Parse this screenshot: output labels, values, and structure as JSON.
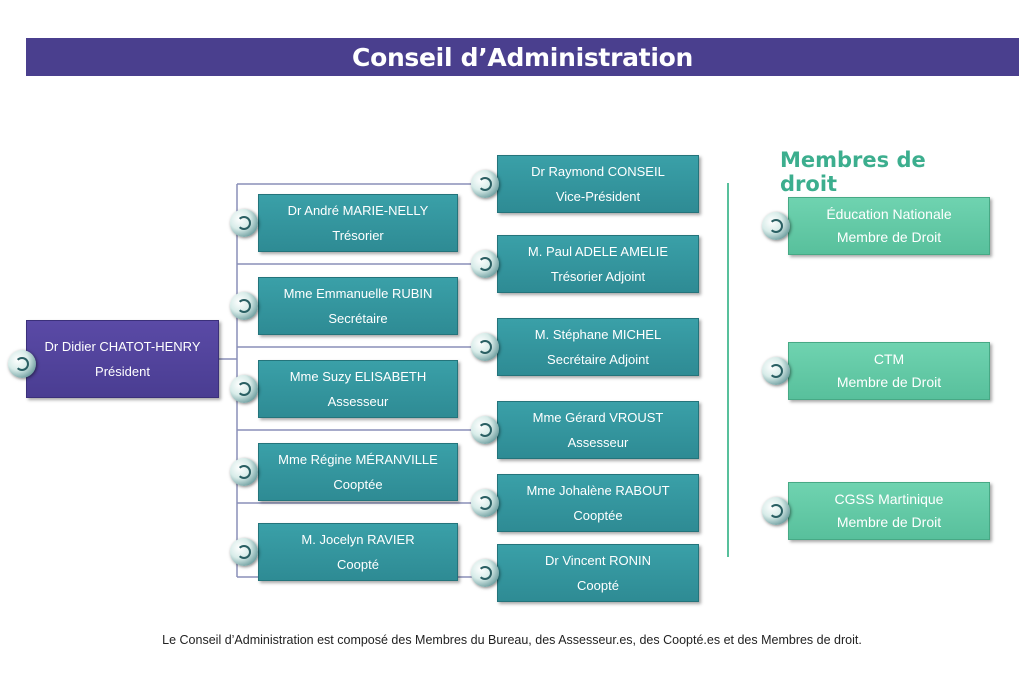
{
  "title": "Conseil d’Administration",
  "president": {
    "name": "Dr Didier CHATOT-HENRY",
    "role": "Président"
  },
  "left_column": [
    {
      "name": "Dr André MARIE-NELLY",
      "role": "Trésorier"
    },
    {
      "name": "Mme Emmanuelle RUBIN",
      "role": "Secrétaire"
    },
    {
      "name": "Mme Suzy ELISABETH",
      "role": "Assesseur"
    },
    {
      "name": "Mme Régine MÉRANVILLE",
      "role": "Cooptée"
    },
    {
      "name": "M. Jocelyn RAVIER",
      "role": "Coopté"
    }
  ],
  "right_column": [
    {
      "name": "Dr Raymond CONSEIL",
      "role": "Vice-Président"
    },
    {
      "name": "M. Paul ADELE AMELIE",
      "role": "Trésorier Adjoint"
    },
    {
      "name": "M. Stéphane MICHEL",
      "role": "Secrétaire Adjoint"
    },
    {
      "name": "Mme Gérard VROUST",
      "role": "Assesseur"
    },
    {
      "name": "Mme Johalène RABOUT",
      "role": "Cooptée"
    },
    {
      "name": "Dr Vincent RONIN",
      "role": "Coopté"
    }
  ],
  "membres_de_droit": {
    "heading": "Membres de droit",
    "items": [
      {
        "name": "Éducation Nationale",
        "role": "Membre de Droit"
      },
      {
        "name": "CTM",
        "role": "Membre de Droit"
      },
      {
        "name": "CGSS Martinique",
        "role": "Membre de Droit"
      }
    ]
  },
  "footnote": "Le Conseil d’Administration est composé des Membres du Bureau, des Assesseur.es, des Coopté.es et des Membres de droit.",
  "colors": {
    "banner": "#4a3f8e",
    "president_box": "#4a3d92",
    "member_box": "#2e8b94",
    "droit_box": "#58c09c",
    "droit_heading": "#3cae8e"
  }
}
